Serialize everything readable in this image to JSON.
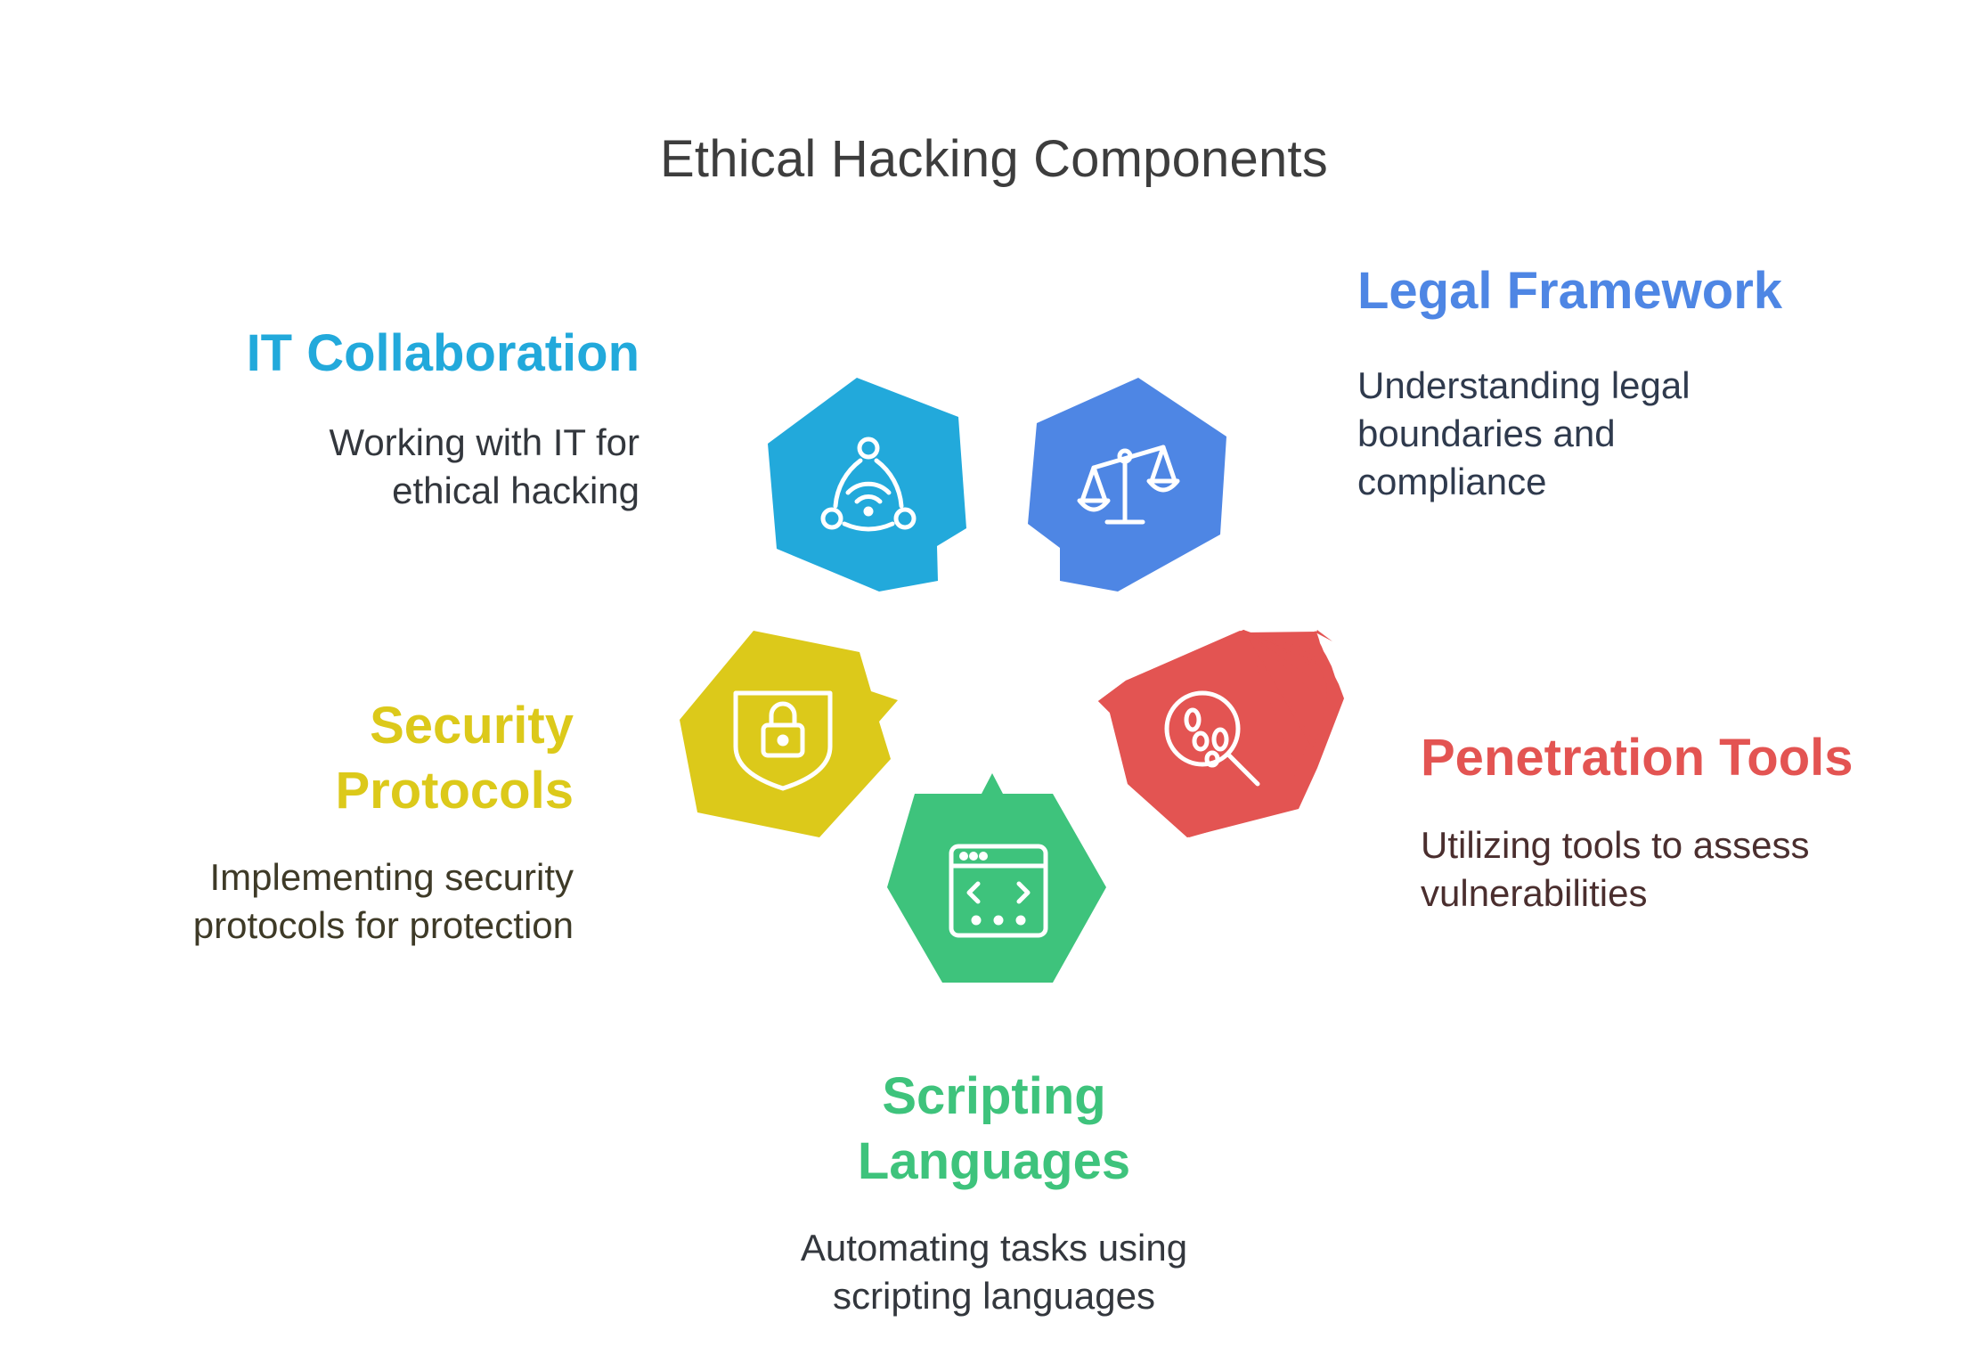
{
  "title": "Ethical Hacking Components",
  "colors": {
    "it": "#22a9db",
    "legal": "#4e86e4",
    "security": "#dcc91a",
    "penetration": "#e35452",
    "scripting": "#3ec37c",
    "title_text": "#3d3d3d"
  },
  "components": {
    "it_collaboration": {
      "heading": "IT Collaboration",
      "desc_line1": "Working with IT for",
      "desc_line2": "ethical hacking",
      "icon": "network-wifi-icon"
    },
    "legal_framework": {
      "heading": "Legal Framework",
      "desc_line1": "Understanding legal",
      "desc_line2": "boundaries and",
      "desc_line3": "compliance",
      "icon": "scales-icon"
    },
    "security_protocols": {
      "heading_line1": "Security",
      "heading_line2": "Protocols",
      "desc_line1": "Implementing security",
      "desc_line2": "protocols for protection",
      "icon": "shield-lock-icon"
    },
    "penetration_tools": {
      "heading": "Penetration Tools",
      "desc_line1": "Utilizing tools to assess",
      "desc_line2": "vulnerabilities",
      "icon": "magnifier-footprints-icon"
    },
    "scripting_languages": {
      "heading_line1": "Scripting",
      "heading_line2": "Languages",
      "desc_line1": "Automating tasks using",
      "desc_line2": "scripting languages",
      "icon": "code-window-icon"
    }
  }
}
